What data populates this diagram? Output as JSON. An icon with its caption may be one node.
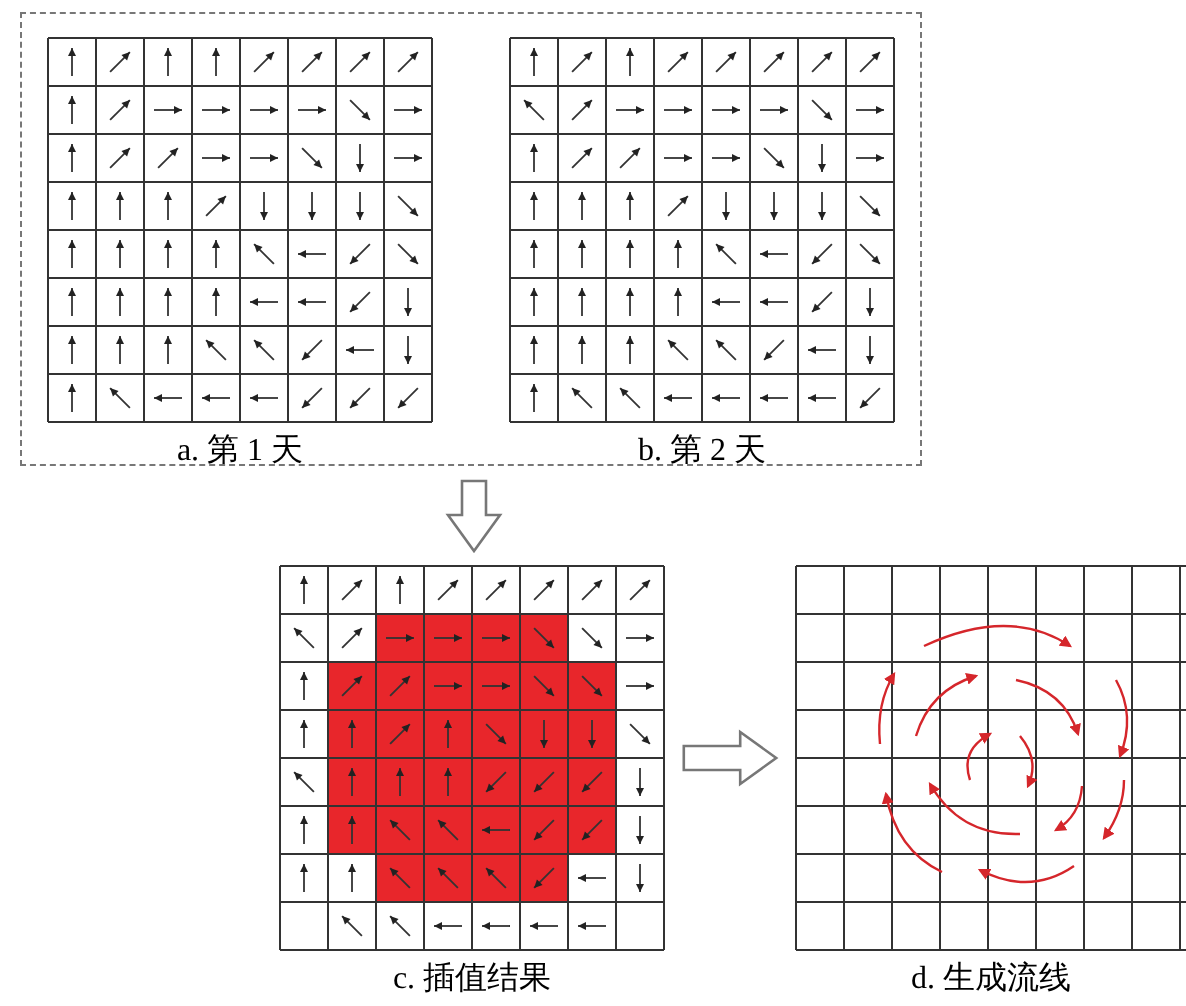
{
  "diagram": {
    "nodes": [
      {
        "text": [],
        "shape": "box"
      },
      {
        "text": [
          "a. 第 1 天"
        ],
        "in": 0
      },
      {
        "text": [
          "b. 第 2 天"
        ],
        "in": 0
      },
      {
        "text": [
          "c. 插值结果"
        ]
      },
      {
        "text": [
          "d. 生成流线"
        ]
      }
    ],
    "edges": [
      {
        "from": 0,
        "to": 3,
        "arrow": "to"
      },
      {
        "from": 3,
        "to": 4,
        "arrow": "to"
      }
    ]
  }
}
